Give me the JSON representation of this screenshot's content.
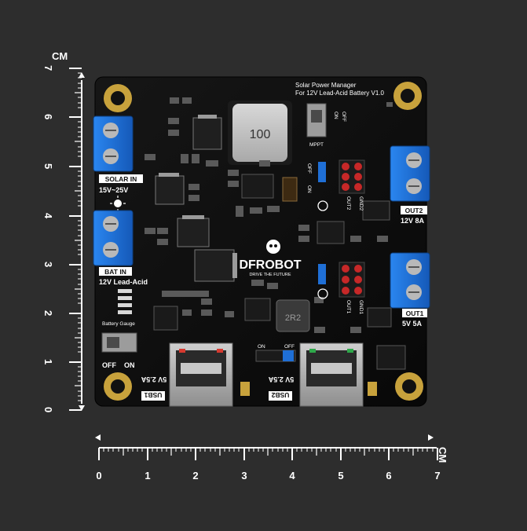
{
  "ruler": {
    "unit": "CM",
    "ticks": [
      "0",
      "1",
      "2",
      "3",
      "4",
      "5",
      "6",
      "7"
    ]
  },
  "board": {
    "title_line1": "Solar Power Manager",
    "title_line2": "For 12V Lead-Acid Battery V1.0",
    "solar_in_label": "SOLAR IN",
    "solar_in_range": "15V~25V",
    "bat_in_label": "BAT IN",
    "bat_in_type": "12V Lead-Acid",
    "battery_gauge": "Battery Gauge",
    "gauge_off": "OFF",
    "gauge_on": "ON",
    "inductor_main": "100",
    "inductor_small": "2R2",
    "mppt_label": "MPPT",
    "mppt_on": "ON",
    "mppt_off": "OFF",
    "out2_label": "OUT2",
    "out2_rating": "12V 8A",
    "out1_label": "OUT1",
    "out1_rating": "5V 5A",
    "usb1_label": "USB1",
    "usb1_rating": "5V 2.5A",
    "usb2_label": "USB2",
    "usb2_rating": "5V 2.5A",
    "usb_switch_on": "ON",
    "usb_switch_off": "OFF",
    "out2_switch_off": "OFF",
    "out2_switch_on": "ON",
    "brand": "DFROBOT",
    "brand_sub": "DRIVE THE FUTURE",
    "header_out2": "OUT2",
    "header_gnd2": "GND2",
    "header_out1": "OUT1",
    "header_gnd1": "GND1"
  },
  "colors": {
    "background": "#2d2d2d",
    "pcb": "#0e0e0e",
    "terminal_blue": "#1f6fd6",
    "pad_gold": "#c8a23c",
    "header_red": "#c62828",
    "led_green": "#2ea84a",
    "led_red": "#d6392f"
  }
}
